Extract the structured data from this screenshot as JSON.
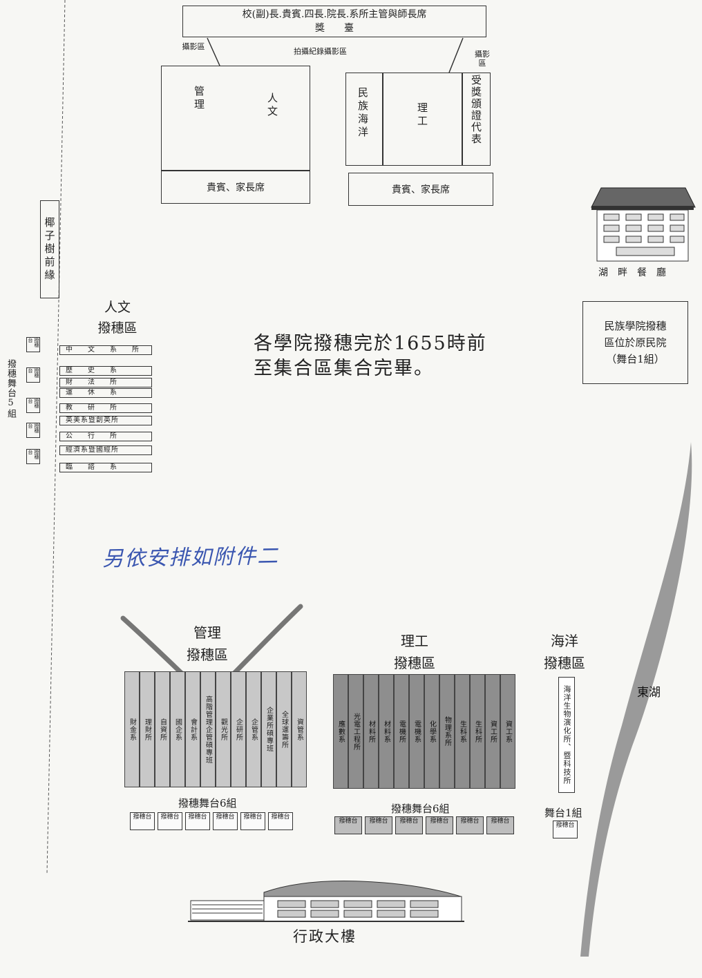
{
  "top_stage": {
    "line1": "校(副)長.貴賓.四長.院長.系所主管與師長席",
    "line2": "獎　　臺"
  },
  "photo_left": "攝影區",
  "photo_center": "拍攝紀錄攝影區",
  "photo_right": "攝影區",
  "seating": {
    "mgmt": "管理",
    "hum": "人文",
    "nation_ocean": "民族海洋",
    "eng": "理工",
    "award_rep": "受獎頒證代表",
    "vip_left": "貴賓、家長席",
    "vip_right": "貴賓、家長席"
  },
  "palm_label": "椰子樹前緣",
  "restaurant_label": "湖　畔　餐　廳",
  "nation_note": [
    "民族學院撥穗",
    "區位於原民院",
    "（舞台1組）"
  ],
  "main_notice": [
    "各學院撥穗完於1655時前",
    "至集合區集合完畢。"
  ],
  "humanities": {
    "title": [
      "人文",
      "撥穗區"
    ],
    "stage_group": "撥穗舞台5組",
    "stage_label": "撥穗台",
    "depts": [
      "中　文　系　所",
      "歷　史　系",
      "財　法　所",
      "運　休　系",
      "教　研　所",
      "英美系暨創英所",
      "公　行　所",
      "經濟系暨國經所",
      "臨　諮　系"
    ]
  },
  "handwriting": "另依安排如附件二",
  "management": {
    "title": [
      "管理",
      "撥穗區"
    ],
    "depts": [
      "財金系",
      "理財所",
      "自資所",
      "國企系",
      "會計系",
      "高階管理企管碩專班",
      "觀光所",
      "企研所",
      "企管系",
      "企業所碩專班",
      "全球運籌所",
      "資管系"
    ],
    "stage_group": "撥穗舞台6組",
    "stage_label": "撥穗台"
  },
  "engineering": {
    "title": [
      "理工",
      "撥穗區"
    ],
    "depts": [
      "應數系",
      "光電工程所",
      "材料所",
      "材料系",
      "電機所",
      "電機系",
      "化學系",
      "物理系所",
      "生科系",
      "生科所",
      "資工所",
      "資工系"
    ],
    "stage_group": "撥穗舞台6組",
    "stage_label": "撥穗台"
  },
  "ocean": {
    "title": [
      "海洋",
      "撥穗區"
    ],
    "dept": "海洋生物演化所、暨科技所",
    "stage_group": "舞台1組",
    "stage_label": "撥穗台"
  },
  "lake_label": "東湖",
  "admin_label": "行政大樓"
}
